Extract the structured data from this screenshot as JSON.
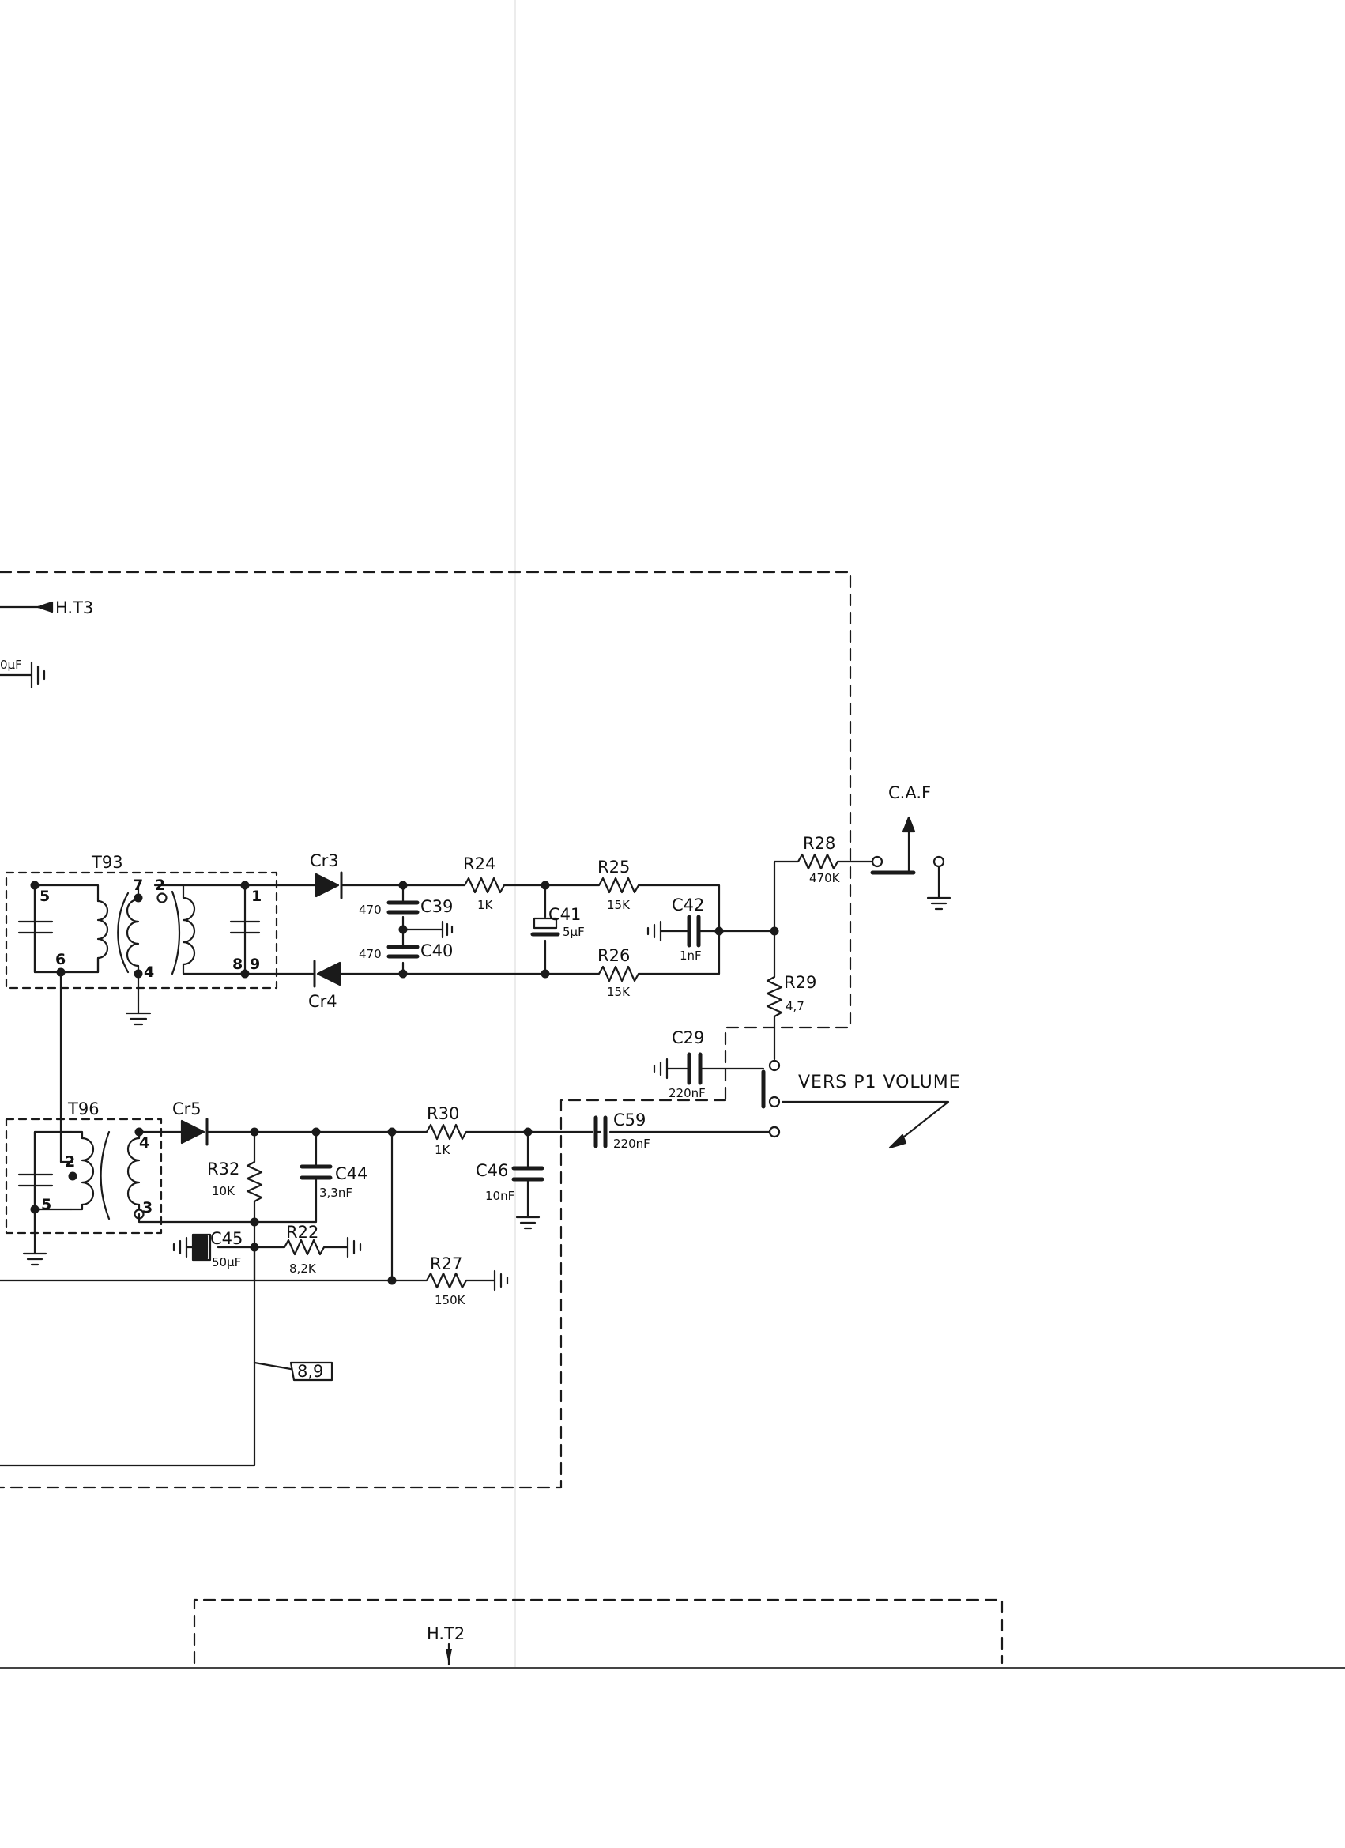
{
  "background_color": "#ffffff",
  "ink_color": "#1a1a1a",
  "labels": {
    "ht3": "H.T3",
    "cap_partial": "0µF",
    "t93": "T93",
    "t96": "T96",
    "caf": "C.A.F",
    "ht2": "H.T2",
    "vers_p1": "VERS P1 VOLUME",
    "ref_box": "8,9"
  },
  "pins": {
    "t93_5": "5",
    "t93_6": "6",
    "t93_7": "7",
    "t93_2": "2",
    "t93_4": "4",
    "t93_1": "1",
    "t93_8": "8",
    "t93_9": "9",
    "t96_2": "2",
    "t96_4": "4",
    "t96_3": "3",
    "t96_5": "5"
  },
  "components": {
    "cr3": {
      "ref": "Cr3"
    },
    "cr4": {
      "ref": "Cr4"
    },
    "cr5": {
      "ref": "Cr5"
    },
    "r24": {
      "ref": "R24",
      "value": "1K"
    },
    "r25": {
      "ref": "R25",
      "value": "15K"
    },
    "r26": {
      "ref": "R26",
      "value": "15K"
    },
    "r28": {
      "ref": "R28",
      "value": "470K"
    },
    "r29": {
      "ref": "R29",
      "value": "4,7"
    },
    "r30": {
      "ref": "R30",
      "value": "1K"
    },
    "r32": {
      "ref": "R32",
      "value": "10K"
    },
    "r22": {
      "ref": "R22",
      "value": "8,2K"
    },
    "r27": {
      "ref": "R27",
      "value": "150K"
    },
    "c39": {
      "ref": "C39",
      "value": "470"
    },
    "c40": {
      "ref": "C40",
      "value": "470"
    },
    "c41": {
      "ref": "C41",
      "value": "5µF"
    },
    "c42": {
      "ref": "C42",
      "value": "1nF"
    },
    "c29": {
      "ref": "C29",
      "value": "220nF"
    },
    "c59": {
      "ref": "C59",
      "value": "220nF"
    },
    "c46": {
      "ref": "C46",
      "value": "10nF"
    },
    "c44": {
      "ref": "C44",
      "value": "3,3nF"
    },
    "c45": {
      "ref": "C45",
      "value": "50µF"
    }
  }
}
